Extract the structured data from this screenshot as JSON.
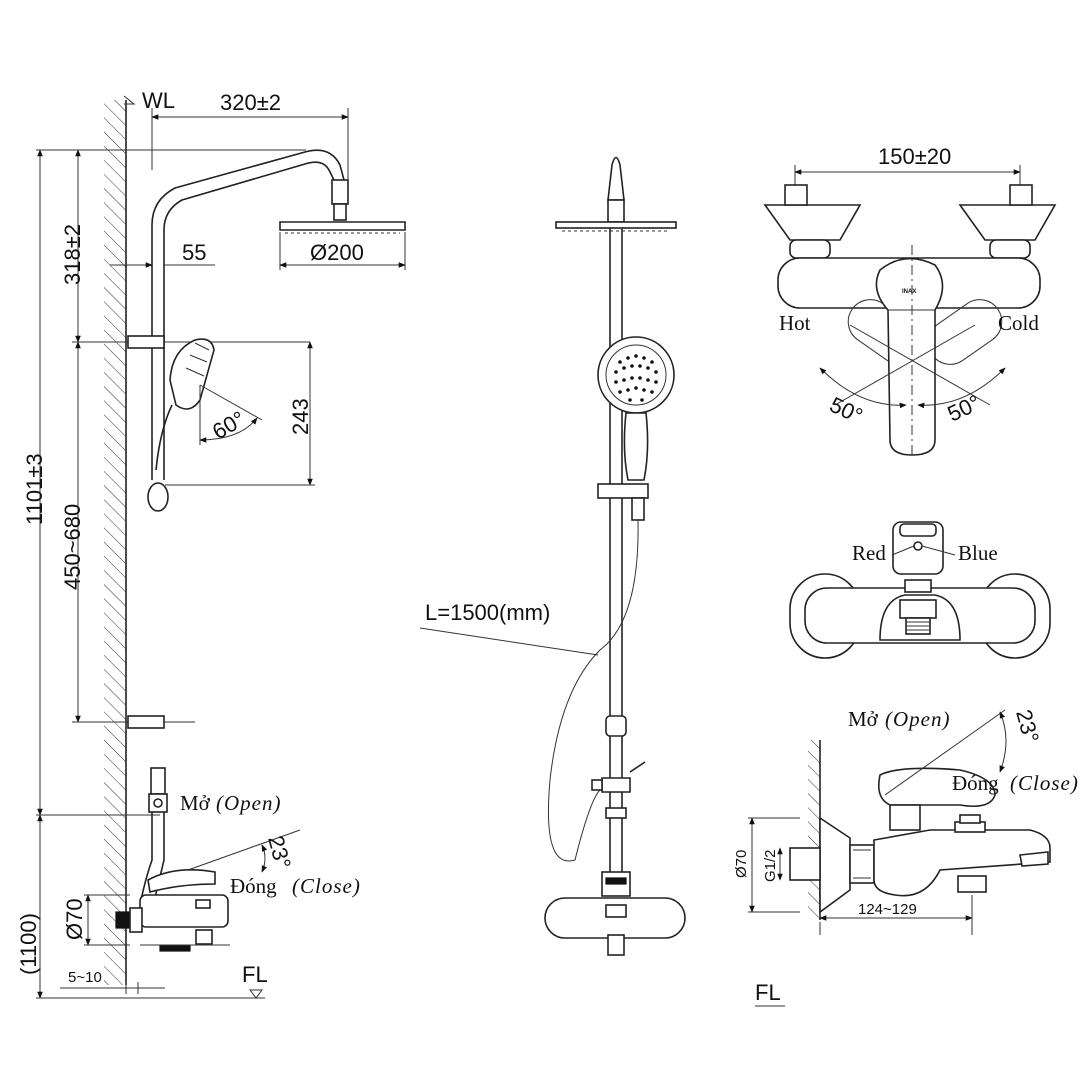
{
  "labels": {
    "wl": "WL",
    "fl_left": "FL",
    "fl_right": "FL",
    "dim_320": "320±2",
    "dim_318": "318±2",
    "dim_55": "55",
    "dim_200": "Ø200",
    "dim_243": "243",
    "dim_60": "60°",
    "dim_1101": "1101±3",
    "dim_450": "450~680",
    "dim_1100": "(1100)",
    "dim_70_left": "Ø70",
    "dim_5_10": "5~10",
    "hose_length": "L=1500(mm)",
    "dim_150": "150±20",
    "hot": "Hot",
    "cold": "Cold",
    "angle_left": "50°",
    "angle_right": "50°",
    "red": "Red",
    "blue": "Blue",
    "dim_124": "124~129",
    "dim_70_right": "Ø70",
    "dim_g12": "G1/2",
    "dim_23_left": "23°",
    "dim_23_right": "23°",
    "brand": "INAX",
    "open_left_vn": "Mở",
    "open_left_en": "(Open)",
    "close_left_vn": "Đóng",
    "close_left_en": "(Close)",
    "open_right_vn": "Mở",
    "open_right_en": "(Open)",
    "close_right_vn": "Đóng",
    "close_right_en": "(Close)"
  },
  "colors": {
    "line": "#222222",
    "background": "#ffffff",
    "fill_grey": "#cfcfcf"
  }
}
